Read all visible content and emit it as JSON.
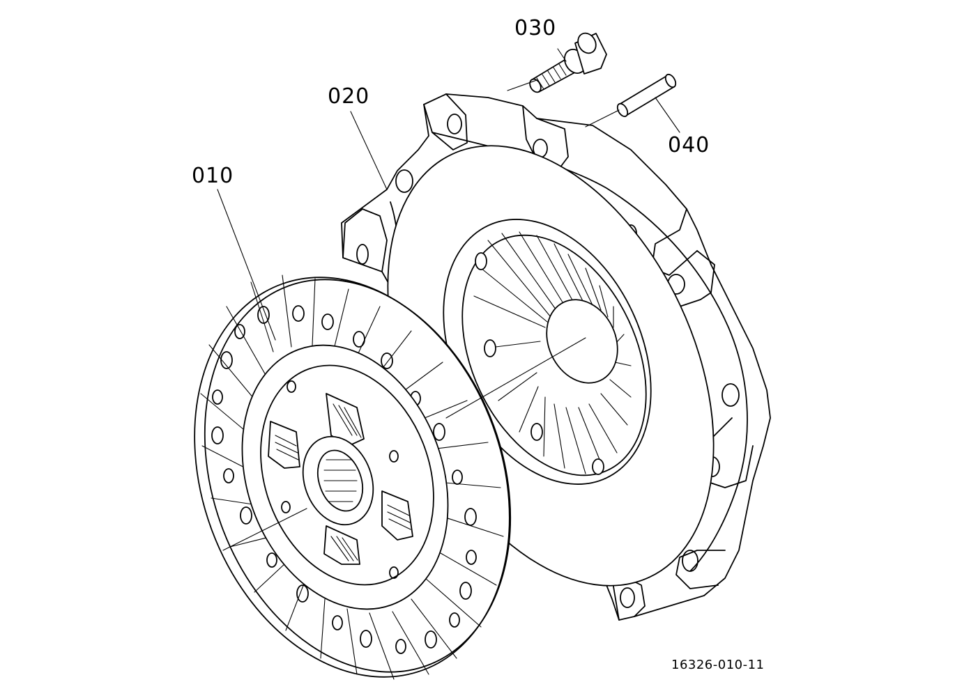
{
  "diagram": {
    "parts": [
      {
        "id": "clutch-disc",
        "callout": "010"
      },
      {
        "id": "pressure-plate",
        "callout": "020"
      },
      {
        "id": "bolt",
        "callout": "030"
      },
      {
        "id": "dowel-pin",
        "callout": "040"
      }
    ],
    "reference_number": "16326-010-11"
  }
}
